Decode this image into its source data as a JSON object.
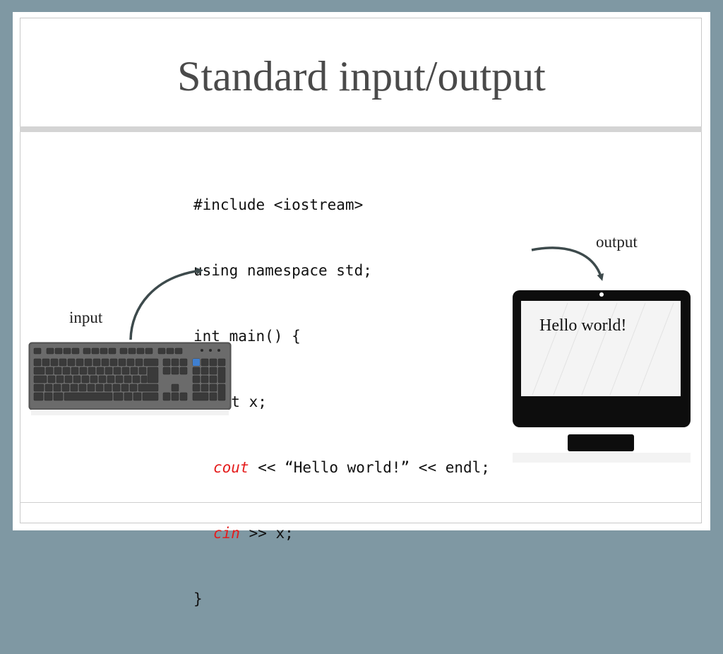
{
  "slide": {
    "title": "Standard input/output"
  },
  "code": {
    "line1": "#include <iostream>",
    "line2": "using namespace std;",
    "line3": "int main() {",
    "line4": "int x;",
    "line5_kw": "cout",
    "line5_rest": " << “Hello world!” << endl;",
    "line6_kw": "cin",
    "line6_rest": " >> x;",
    "line7": "}"
  },
  "labels": {
    "input": "input",
    "output": "output"
  },
  "monitor": {
    "screen_text": "Hello world!"
  },
  "icons": {
    "keyboard": "keyboard-icon",
    "monitor": "monitor-icon"
  },
  "colors": {
    "keyword": "#e41c1c",
    "arrow": "#3d4a4c",
    "background": "#7f98a3"
  }
}
